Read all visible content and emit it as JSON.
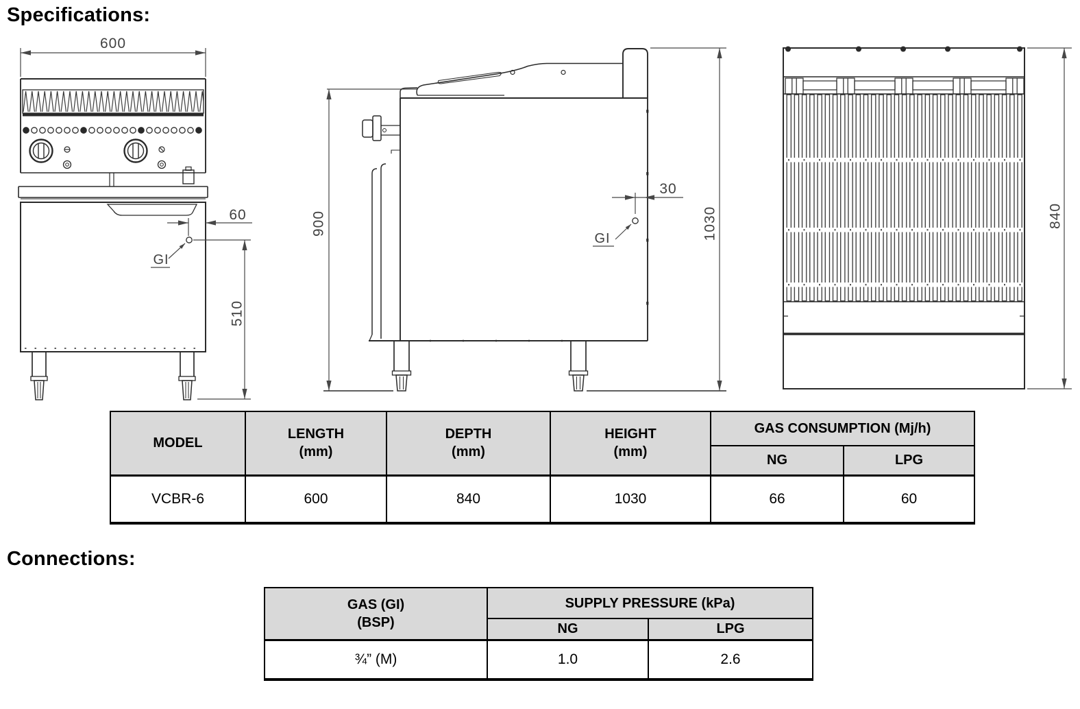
{
  "headings": {
    "specifications": "Specifications:",
    "connections": "Connections:"
  },
  "drawings": {
    "front_view": {
      "width_dim": "600",
      "gas_offset_dim": "60",
      "gas_label": "GI",
      "gas_height_dim": "510"
    },
    "side_view": {
      "worktop_height_dim": "900",
      "gas_offset_dim": "30",
      "gas_label": "GI",
      "overall_height_dim": "1030"
    },
    "top_view": {
      "depth_dim": "840"
    }
  },
  "spec_table": {
    "headers": {
      "model": "MODEL",
      "length_l1": "LENGTH",
      "length_l2": "(mm)",
      "depth_l1": "DEPTH",
      "depth_l2": "(mm)",
      "height_l1": "HEIGHT",
      "height_l2": "(mm)",
      "gas_consumption": "GAS CONSUMPTION (Mj/h)",
      "ng": "NG",
      "lpg": "LPG"
    },
    "row": {
      "model": "VCBR-6",
      "length": "600",
      "depth": "840",
      "height": "1030",
      "ng": "66",
      "lpg": "60"
    }
  },
  "connections_table": {
    "headers": {
      "gas_l1": "GAS (GI)",
      "gas_l2": "(BSP)",
      "supply_pressure": "SUPPLY PRESSURE (kPa)",
      "ng": "NG",
      "lpg": "LPG"
    },
    "row": {
      "gas": "¾” (M)",
      "ng": "1.0",
      "lpg": "2.6"
    }
  },
  "colors": {
    "table_header_bg": "#d9d9d9",
    "object_line": "#2a2a2a",
    "dimension_line": "#474747"
  }
}
